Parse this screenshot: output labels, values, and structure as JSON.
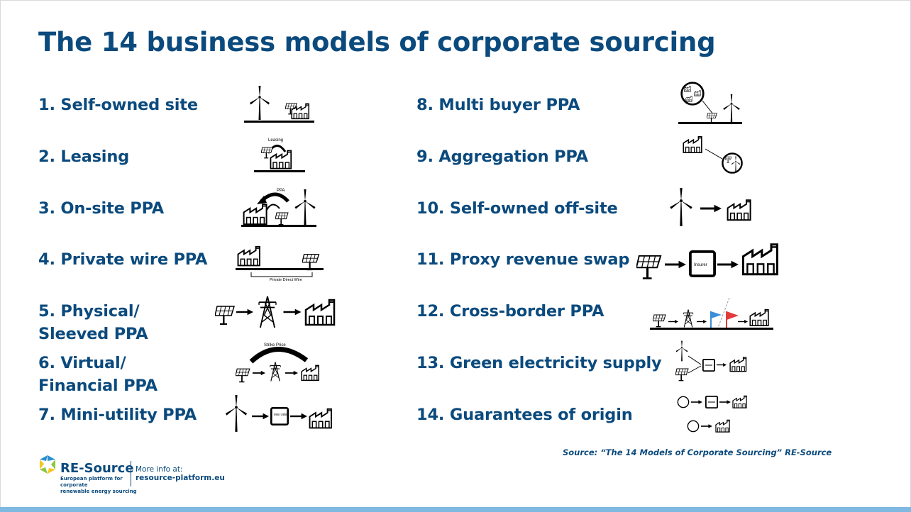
{
  "title": "The 14 business models of corporate sourcing",
  "models": [
    {
      "label": "1. Self-owned site",
      "icon": "wind-turbine-factory-icon"
    },
    {
      "label": "2. Leasing",
      "icon": "leasing-factory-icon",
      "icon_text": "Leasing"
    },
    {
      "label": "3. On-site PPA",
      "icon": "onsite-ppa-icon",
      "icon_text": "PPA"
    },
    {
      "label": "4. Private wire PPA",
      "icon": "private-wire-icon",
      "icon_text": "Private Direct Wire"
    },
    {
      "label": "5. Physical/ Sleeved PPA",
      "icon": "solar-pylon-factory-icon"
    },
    {
      "label": "6. Virtual/ Financial PPA",
      "icon": "strike-price-icon",
      "icon_text": "Strike Price"
    },
    {
      "label": "7. Mini-utility PPA",
      "icon": "mini-utility-icon",
      "icon_text": "Mini Utility"
    },
    {
      "label": "8. Multi buyer PPA",
      "icon": "multi-buyer-icon"
    },
    {
      "label": "9. Aggregation PPA",
      "icon": "aggregation-icon"
    },
    {
      "label": "10. Self-owned off-site",
      "icon": "offsite-turbine-factory-icon"
    },
    {
      "label": "11. Proxy revenue swap",
      "icon": "proxy-swap-icon",
      "icon_text": "Insurer"
    },
    {
      "label": "12. Cross-border PPA",
      "icon": "cross-border-icon"
    },
    {
      "label": "13. Green electricity supply",
      "icon": "green-supply-icon"
    },
    {
      "label": "14. Guarantees of origin",
      "icon": "guarantees-origin-icon"
    }
  ],
  "source": "Source: “The 14 Models of Corporate Sourcing” RE-Source",
  "logo": {
    "name": "RE-Source",
    "tagline": "European platform for corporate\nrenewable energy sourcing",
    "more_info": "More info at:",
    "url": "resource-platform.eu"
  },
  "colors": {
    "primary": "#0b4a7d",
    "accent_bar": "#7fb8e0",
    "logo_green": "#8dc63f",
    "logo_yellow": "#f7c51e",
    "logo_blue": "#2a8fd0"
  }
}
